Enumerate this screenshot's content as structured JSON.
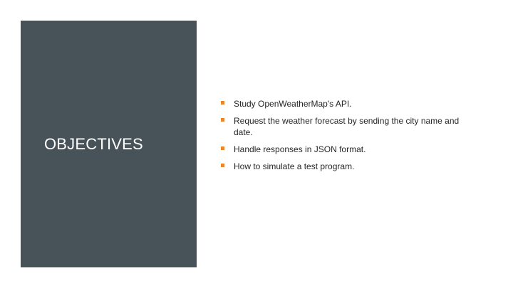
{
  "slide": {
    "title": "OBJECTIVES",
    "panel_color": "#475358",
    "bullet_color": "#e8872b",
    "bullets": [
      "Study OpenWeatherMap's API.",
      "Request the weather forecast by sending the city name and date.",
      "Handle responses in JSON format.",
      "How to simulate a test program."
    ]
  }
}
